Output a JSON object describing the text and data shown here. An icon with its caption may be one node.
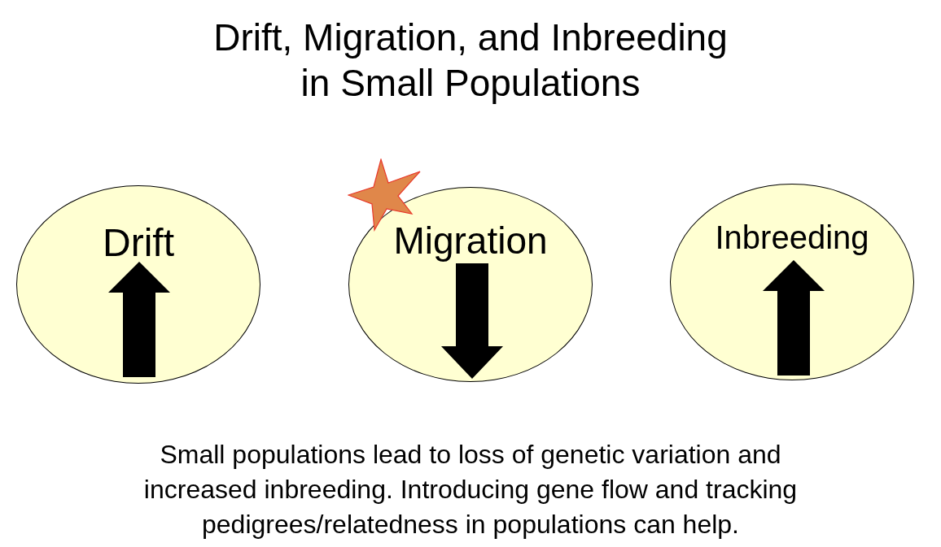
{
  "diagram": {
    "title": "Drift, Migration, and Inbreeding in Small Populations",
    "nodes": [
      {
        "text": [
          "Drift"
        ]
      },
      {
        "text": [
          "Migration"
        ]
      },
      {
        "text": [
          "Inbreeding"
        ]
      }
    ],
    "caption": "Small populations lead to loss of genetic variation and increased inbreeding. Introducing gene flow and tracking pedigrees/relatedness in populations can help."
  }
}
